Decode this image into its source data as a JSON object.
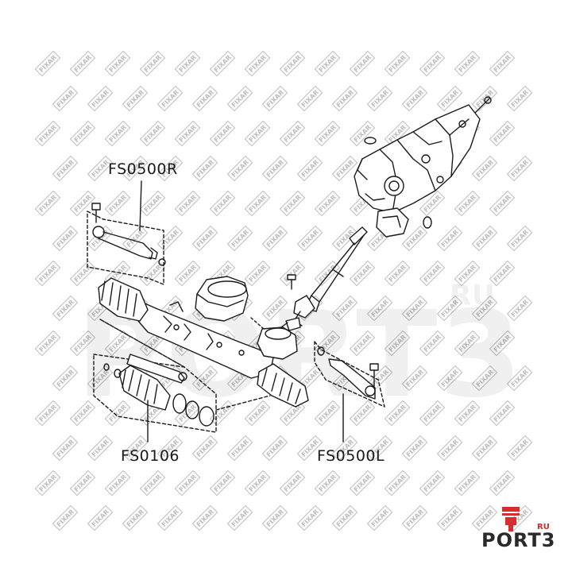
{
  "labels": {
    "tie_rod_right": "FS0500R",
    "boot": "FS0106",
    "tie_rod_left": "FS0500L"
  },
  "watermark": {
    "text": "FIXAR",
    "background_text": "PORT3",
    "background_suffix": "RU"
  },
  "logo": {
    "text": "PORT3",
    "suffix": "RU",
    "accent_color": "#d32f2f"
  },
  "colors": {
    "line": "#1a1a1a",
    "watermark": "#bdbdbd"
  }
}
